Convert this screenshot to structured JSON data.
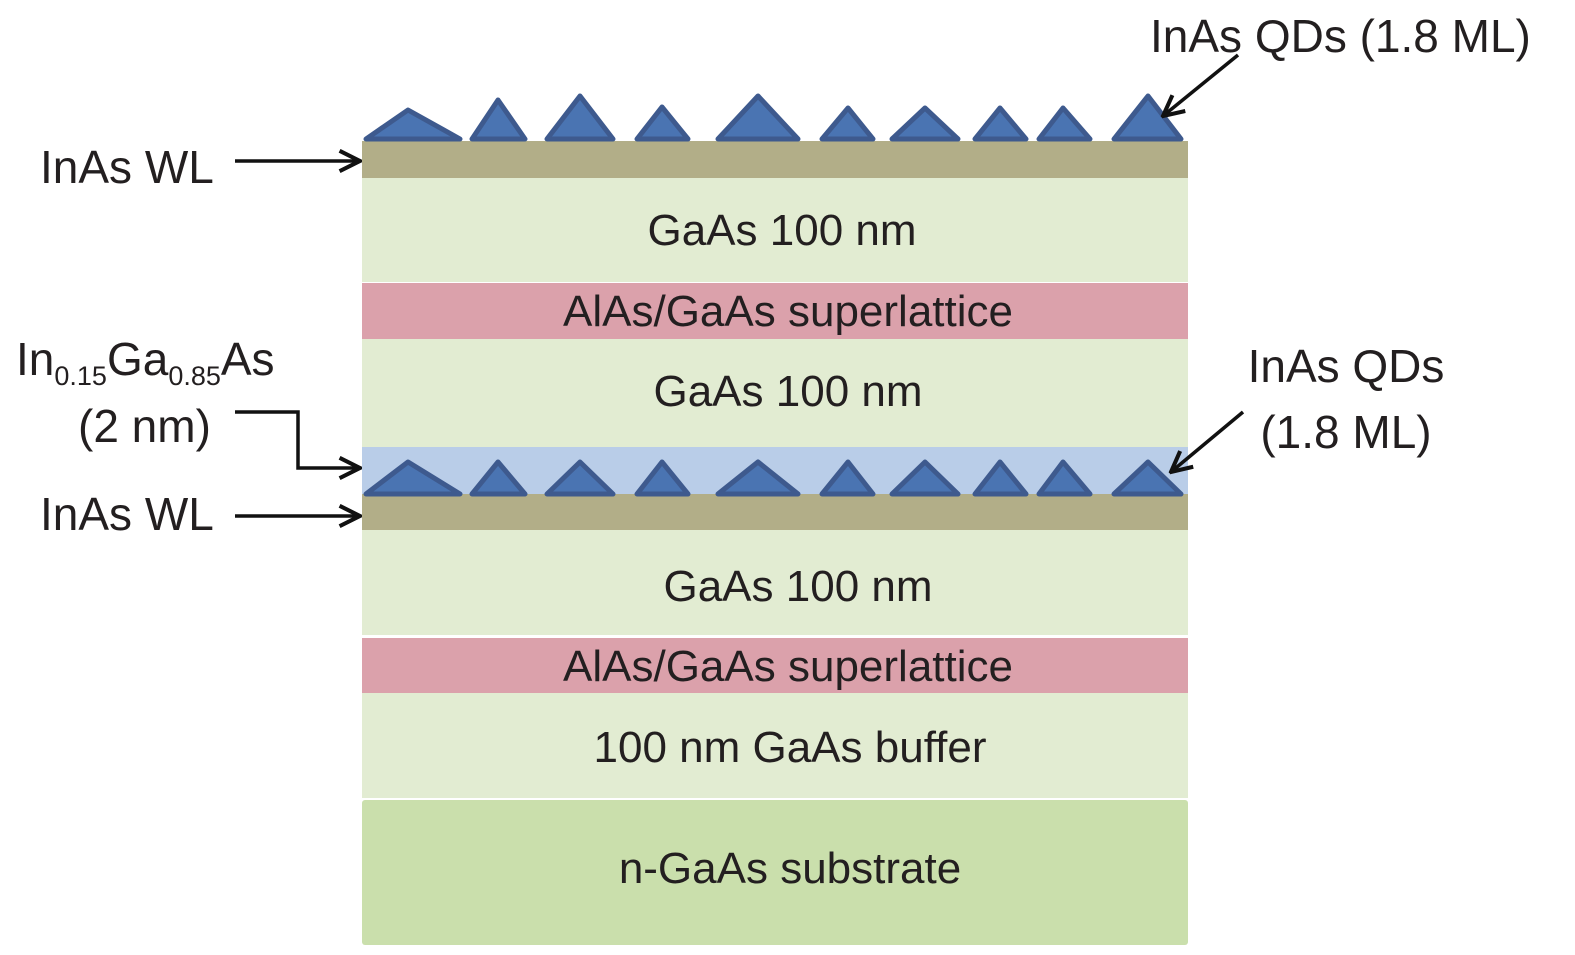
{
  "diagram": {
    "title": "InAs quantum dot heterostructure layer stack",
    "colors": {
      "gaas": "#e2ecd2",
      "superlattice": "#dba1ab",
      "wetting_layer": "#b2ae88",
      "ingaas": "#b9cde8",
      "substrate": "#cadfac",
      "quantum_dot": "#4a74b2",
      "quantum_dot_edge": "#3e5a8e",
      "text": "#231f20"
    },
    "layers_top_to_bottom": [
      {
        "id": "qd-top",
        "name": "InAs QDs",
        "label": ""
      },
      {
        "id": "wl-top",
        "name": "InAs WL",
        "label": ""
      },
      {
        "id": "gaas-1",
        "name": "GaAs",
        "label": "GaAs 100 nm"
      },
      {
        "id": "sl-1",
        "name": "AlAs/GaAs superlattice",
        "label": "AlAs/GaAs superlattice"
      },
      {
        "id": "gaas-2",
        "name": "GaAs",
        "label": "GaAs 100 nm"
      },
      {
        "id": "ingaas",
        "name": "In0.15Ga0.85As",
        "label": ""
      },
      {
        "id": "wl-mid",
        "name": "InAs WL",
        "label": ""
      },
      {
        "id": "gaas-3",
        "name": "GaAs",
        "label": "GaAs 100 nm"
      },
      {
        "id": "sl-2",
        "name": "AlAs/GaAs superlattice",
        "label": "AlAs/GaAs superlattice"
      },
      {
        "id": "buffer",
        "name": "GaAs buffer",
        "label": "100 nm GaAs buffer"
      },
      {
        "id": "substrate",
        "name": "n-GaAs substrate",
        "label": "n-GaAs substrate"
      }
    ],
    "quantum_dots": {
      "top_row_count": 10,
      "embedded_row_count": 10
    },
    "annotations": {
      "top_qds": "InAs QDs (1.8 ML)",
      "top_wl": "InAs WL",
      "ingaas_main_in": "In",
      "ingaas_sub_in": "0.15",
      "ingaas_main_ga": "Ga",
      "ingaas_sub_ga": "0.85",
      "ingaas_main_as": "As",
      "ingaas_thickness": "(2 nm)",
      "mid_qds_line1": "InAs QDs",
      "mid_qds_line2": "(1.8 ML)",
      "mid_wl": "InAs WL"
    }
  }
}
